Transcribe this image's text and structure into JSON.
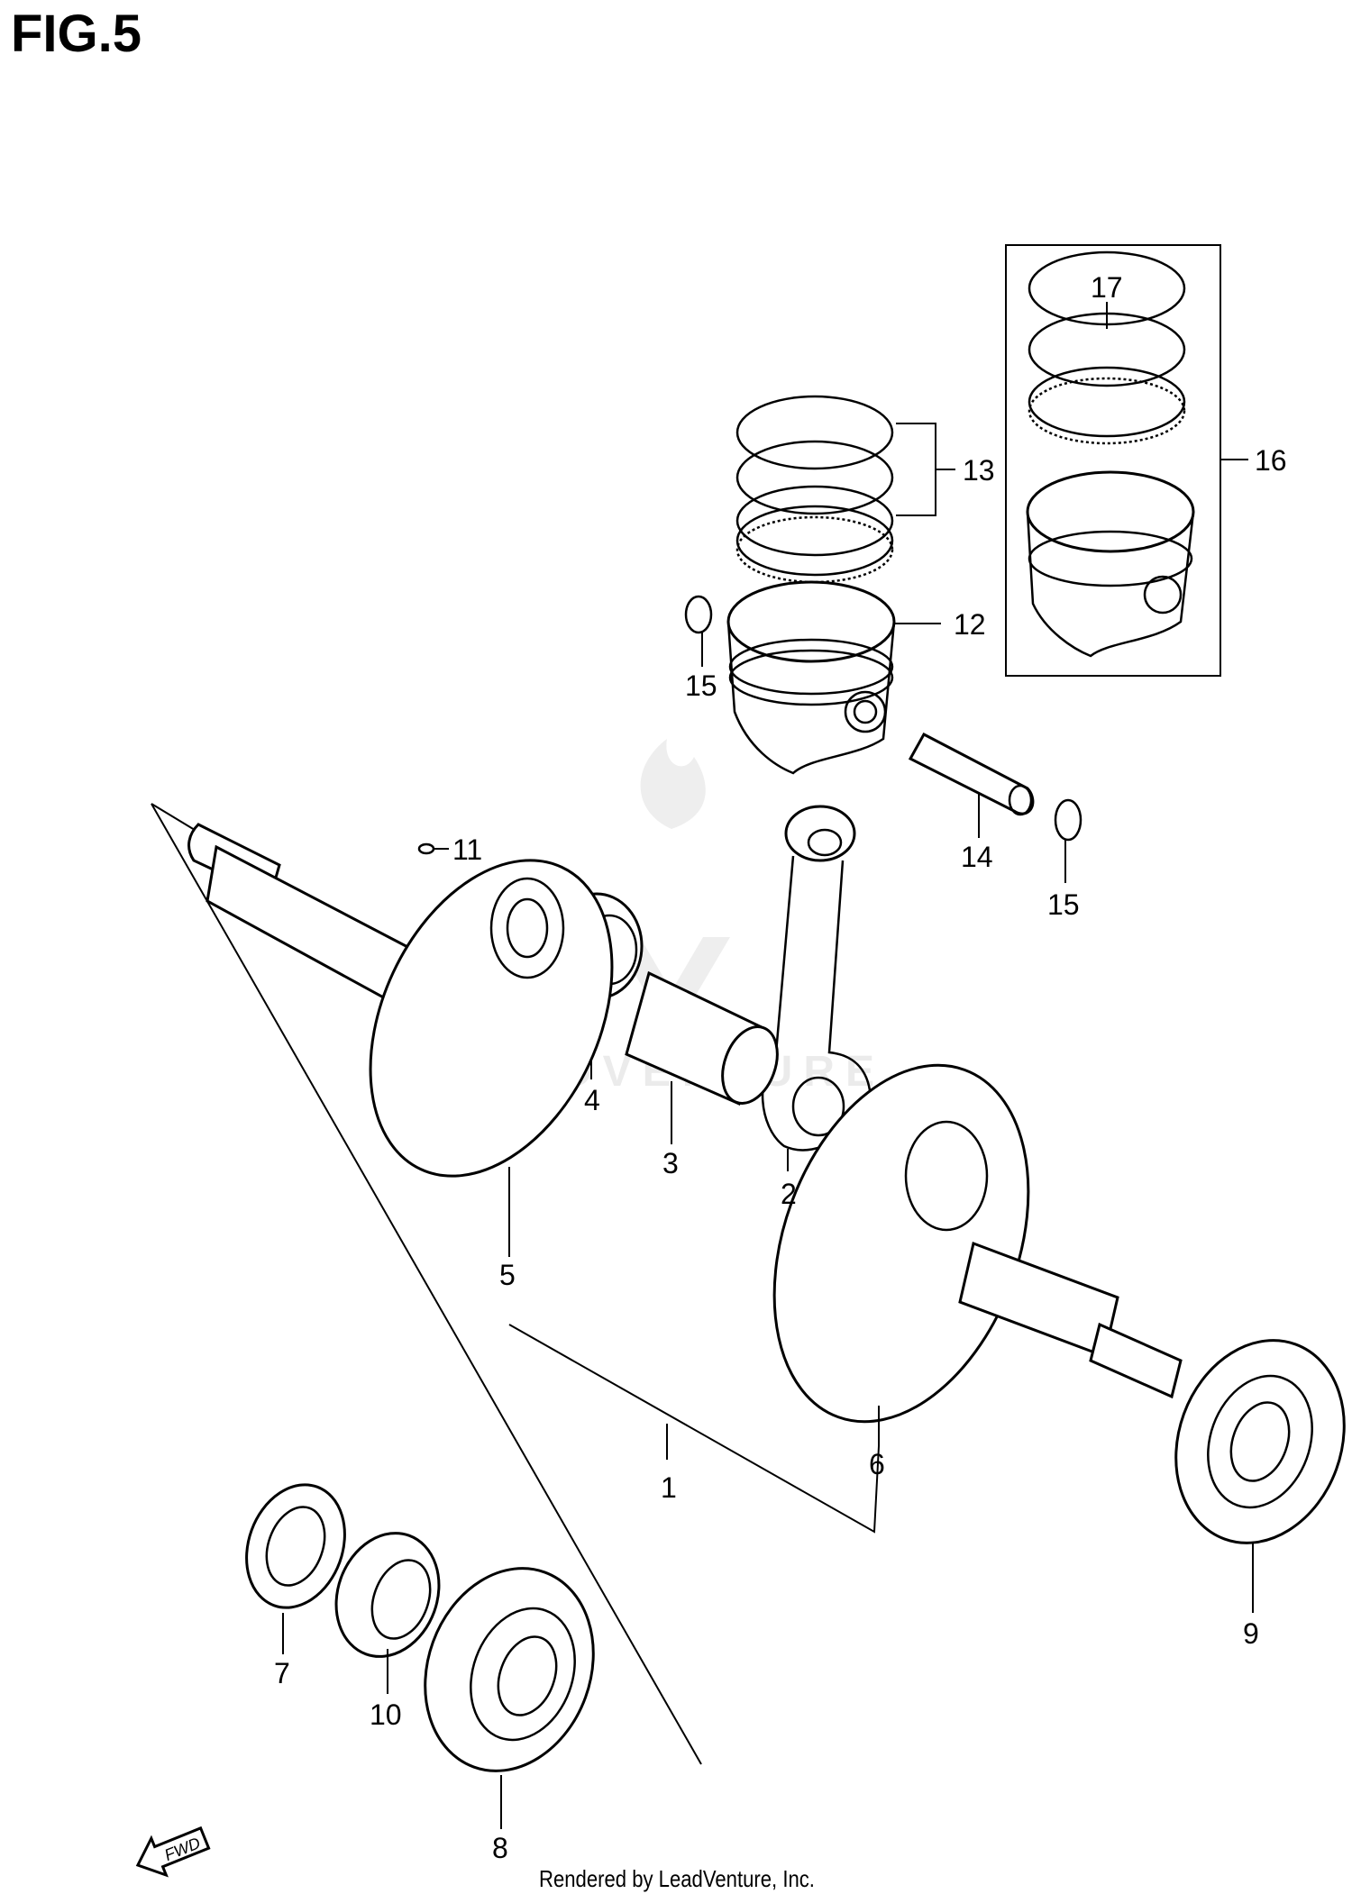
{
  "figure": {
    "title": "FIG.5"
  },
  "footer": {
    "text": "Rendered by LeadVenture, Inc."
  },
  "watermark": {
    "text": "LEADVENTURE"
  },
  "fwd_arrow": {
    "label": "FWD"
  },
  "callouts": [
    "1",
    "2",
    "3",
    "4",
    "5",
    "6",
    "7",
    "8",
    "9",
    "10",
    "11",
    "12",
    "13",
    "14",
    "15",
    "15",
    "16",
    "17"
  ],
  "colors": {
    "ink": "#000000",
    "paper": "#ffffff",
    "watermark": "#d9d9d9"
  }
}
